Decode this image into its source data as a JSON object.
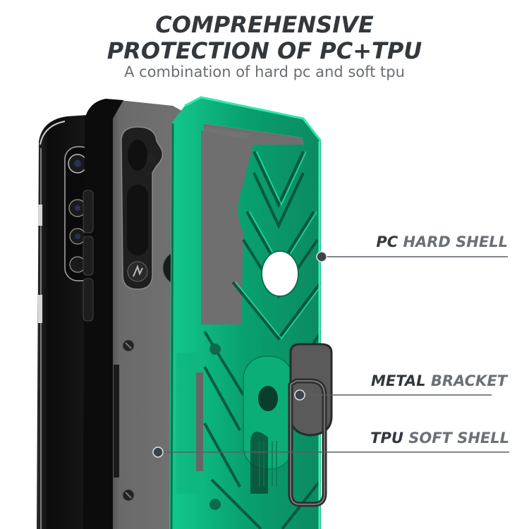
{
  "header": {
    "title_line1": "COMPREHENSIVE",
    "title_line2": "PROTECTION OF PC+TPU",
    "subtitle": "A combination of hard pc and soft tpu"
  },
  "callouts": [
    {
      "keyword": "PC",
      "rest": "HARD SHELL"
    },
    {
      "keyword": "METAL",
      "rest": "BRACKET"
    },
    {
      "keyword": "TPU",
      "rest": "SOFT SHELL"
    }
  ],
  "colors": {
    "title": "#33383d",
    "subtitle": "#6a6e72",
    "pc_shell": "#0aa070",
    "pc_shell_light": "#1ed69a",
    "tpu_shell": "#6b6b6b",
    "phone": "#111111",
    "marker": "#3b444d"
  }
}
